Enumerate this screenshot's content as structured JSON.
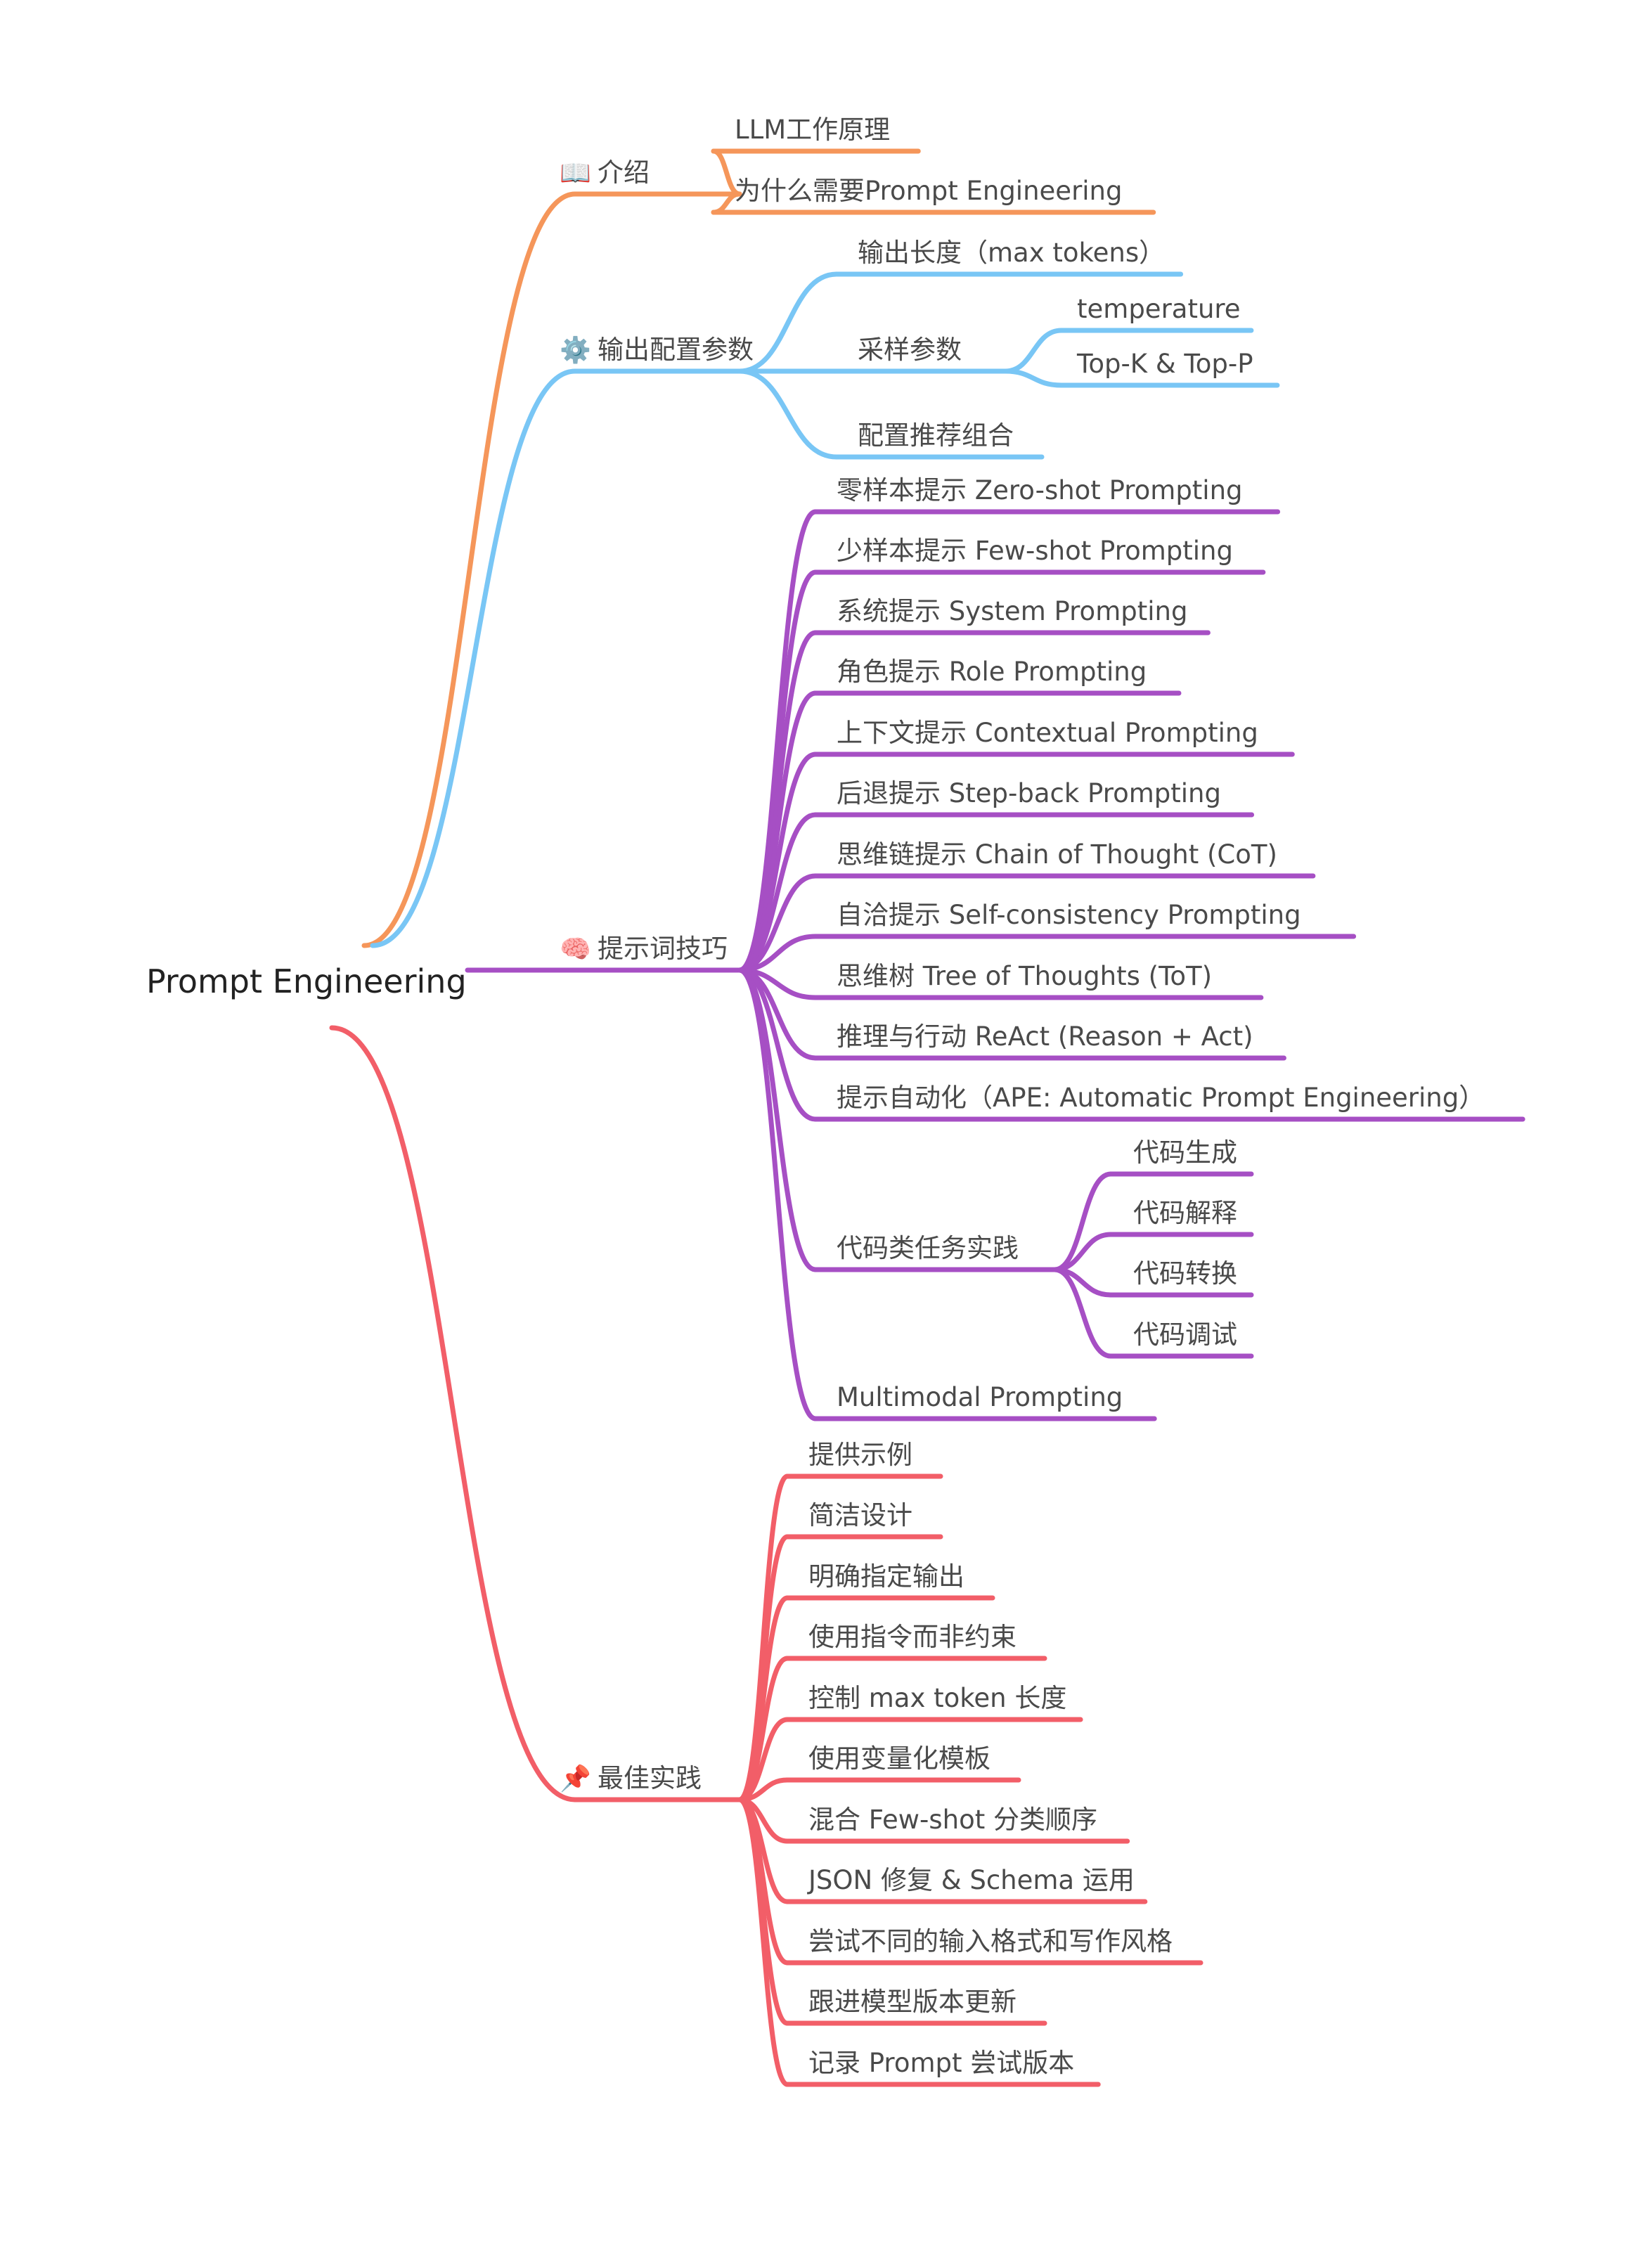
{
  "root": {
    "label": "Prompt Engineering"
  },
  "branches": [
    {
      "key": "intro",
      "icon": "📖",
      "label": "介绍",
      "color": "#F5965A",
      "children": [
        {
          "label": "LLM工作原理"
        },
        {
          "label": "为什么需要Prompt Engineering"
        }
      ]
    },
    {
      "key": "output",
      "icon": "⚙️",
      "label": "输出配置参数",
      "color": "#79C6F5",
      "children": [
        {
          "label": "输出长度（max tokens）"
        },
        {
          "label": "采样参数",
          "children": [
            {
              "label": "temperature"
            },
            {
              "label": "Top-K & Top-P"
            }
          ]
        },
        {
          "label": "配置推荐组合"
        }
      ]
    },
    {
      "key": "techniques",
      "icon": "🧠",
      "label": "提示词技巧",
      "color": "#A64FC4",
      "children": [
        {
          "label": "零样本提示 Zero-shot Prompting"
        },
        {
          "label": "少样本提示 Few-shot Prompting"
        },
        {
          "label": "系统提示 System Prompting"
        },
        {
          "label": "角色提示 Role Prompting"
        },
        {
          "label": "上下文提示 Contextual Prompting"
        },
        {
          "label": "后退提示 Step-back Prompting"
        },
        {
          "label": "思维链提示 Chain of Thought (CoT)"
        },
        {
          "label": "自洽提示 Self-consistency Prompting"
        },
        {
          "label": "思维树 Tree of Thoughts (ToT)"
        },
        {
          "label": "推理与行动 ReAct (Reason + Act)"
        },
        {
          "label": "提示自动化（APE: Automatic Prompt Engineering）"
        },
        {
          "label": "代码类任务实践",
          "children": [
            {
              "label": "代码生成"
            },
            {
              "label": "代码解释"
            },
            {
              "label": "代码转换"
            },
            {
              "label": "代码调试"
            }
          ]
        },
        {
          "label": "Multimodal Prompting"
        }
      ]
    },
    {
      "key": "best",
      "icon": "📌",
      "label": "最佳实践",
      "color": "#F25E68",
      "children": [
        {
          "label": "提供示例"
        },
        {
          "label": "简洁设计"
        },
        {
          "label": "明确指定输出"
        },
        {
          "label": "使用指令而非约束"
        },
        {
          "label": "控制 max token 长度"
        },
        {
          "label": "使用变量化模板"
        },
        {
          "label": "混合 Few-shot 分类顺序"
        },
        {
          "label": "JSON 修复 & Schema 运用"
        },
        {
          "label": "尝试不同的输入格式和写作风格"
        },
        {
          "label": "跟进模型版本更新"
        },
        {
          "label": "记录 Prompt 尝试版本"
        }
      ]
    }
  ]
}
